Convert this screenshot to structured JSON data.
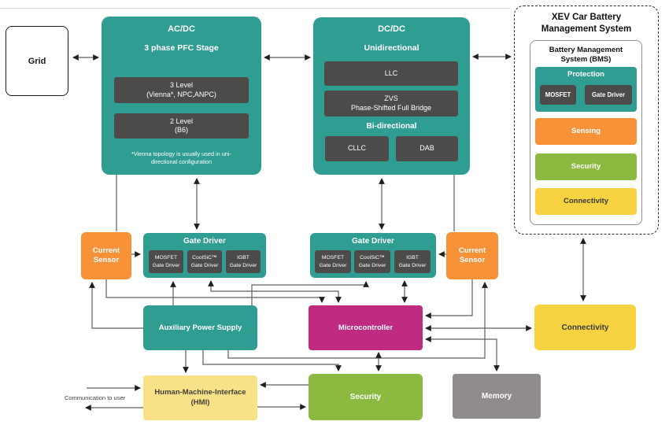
{
  "colors": {
    "teal": "#2f9d92",
    "orange": "#f79239",
    "green": "#8cba41",
    "gold_yellow": "#f7d342",
    "light_yellow": "#f8e187",
    "magenta": "#bf2b80",
    "gray": "#8f8c8b",
    "dark_chip": "#4d4a4a",
    "wire": "#5f5f5f"
  },
  "grid": {
    "label": "Grid"
  },
  "acdc": {
    "title": "AC/DC",
    "subtitle": "3 phase PFC Stage",
    "options": [
      {
        "line1": "3 Level",
        "line2": "(Vienna*, NPC,ANPC)"
      },
      {
        "line1": "2 Level",
        "line2": "(B6)"
      }
    ],
    "footnote_line1": "*Vienna topology is usually used in uni-",
    "footnote_line2": "directional configuration"
  },
  "dcdc": {
    "title": "DC/DC",
    "uni_label": "Unidirectional",
    "llc_label": "LLC",
    "zvs_line1": "ZVS",
    "zvs_line2": "Phase-Shifted Full Bridge",
    "bi_label": "Bi-directional",
    "cllc_label": "CLLC",
    "dab_label": "DAB"
  },
  "xev": {
    "title_line1": "XEV Car Battery",
    "title_line2": "Management System",
    "bms": {
      "title_line1": "Battery Management",
      "title_line2": "System (BMS)",
      "protection": {
        "title": "Protection",
        "items": [
          {
            "label": "MOSFET"
          },
          {
            "label": "Gate Driver"
          }
        ]
      },
      "rows": [
        {
          "label": "Sensing"
        },
        {
          "label": "Security"
        },
        {
          "label": "Connectivity"
        }
      ]
    }
  },
  "current_sensor_left": {
    "line1": "Current",
    "line2": "Sensor"
  },
  "current_sensor_right": {
    "line1": "Current",
    "line2": "Sensor"
  },
  "gate_driver_left": {
    "title": "Gate Driver",
    "items": [
      {
        "line1": "MOSFET",
        "line2": "Gate Driver"
      },
      {
        "line1": "CoolSiC™",
        "line2": "Gate Driver"
      },
      {
        "line1": "IGBT",
        "line2": "Gate Driver"
      }
    ]
  },
  "gate_driver_right": {
    "title": "Gate Driver",
    "items": [
      {
        "line1": "MOSFET",
        "line2": "Gate Driver"
      },
      {
        "line1": "CoolSiC™",
        "line2": "Gate Driver"
      },
      {
        "line1": "IGBT",
        "line2": "Gate Driver"
      }
    ]
  },
  "aux_power": {
    "label": "Auxiliary Power Supply"
  },
  "microcontroller": {
    "label": "Microcontroller"
  },
  "connectivity": {
    "label": "Connectivity"
  },
  "hmi": {
    "line1": "Human-Machine-Interface",
    "line2": "(HMI)"
  },
  "security": {
    "label": "Security"
  },
  "memory": {
    "label": "Memory"
  },
  "comm_note": "Communication to user"
}
